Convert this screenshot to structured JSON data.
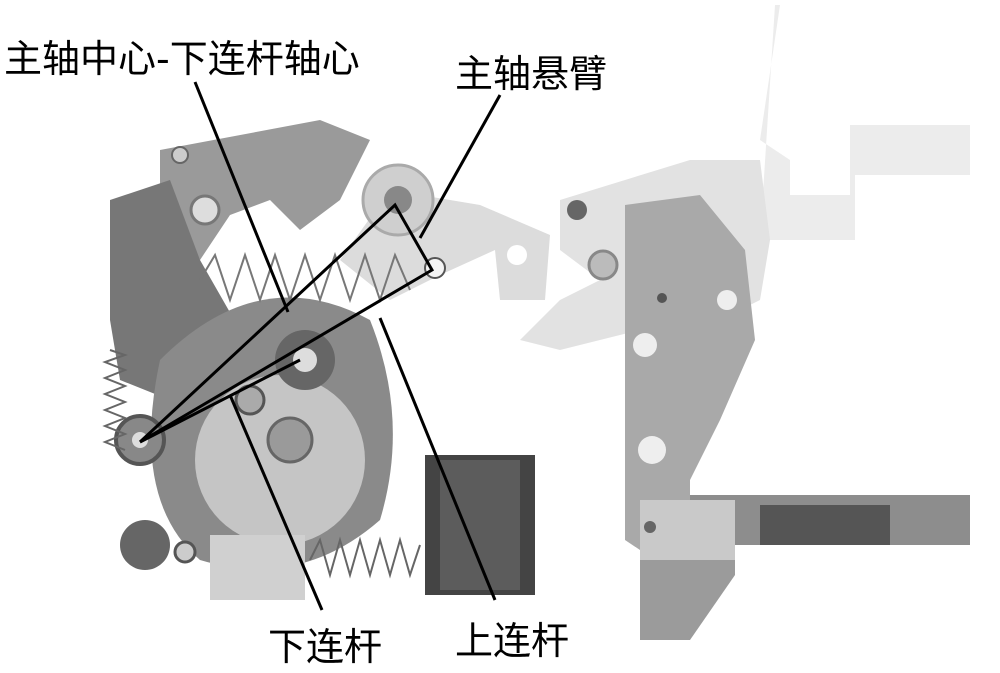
{
  "labels": {
    "main_axis_to_lower_link": "主轴中心-下连杆轴心",
    "main_axis_arm": "主轴悬臂",
    "lower_link": "下连杆",
    "upper_link": "上连杆"
  }
}
